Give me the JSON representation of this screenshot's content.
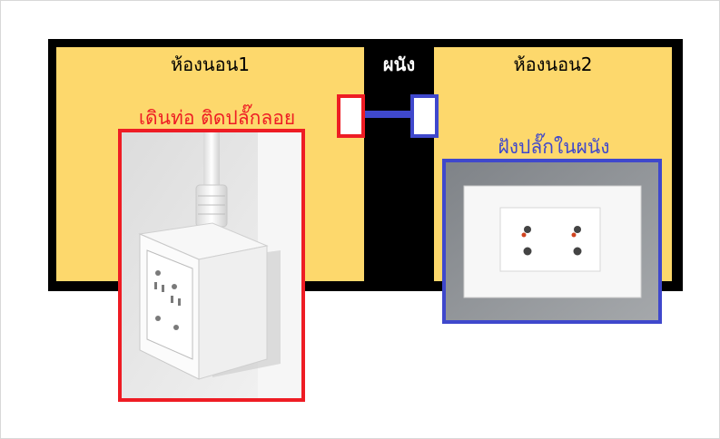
{
  "diagram": {
    "wall_label": "ผนัง",
    "room1": {
      "title": "ห้องนอน1",
      "caption": "เดินท่อ ติดปลั๊กลอย",
      "caption_color": "#ee1c24",
      "border_color": "#ee1c24"
    },
    "room2": {
      "title": "ห้องนอน2",
      "caption": "ฝังปลั๊กในผนัง",
      "caption_color": "#3f48cc",
      "border_color": "#3f48cc"
    },
    "room_fill": "#fdd86c",
    "wall_color": "#000000",
    "icons": [
      "surface-mounted-outlet-photo",
      "flush-mounted-outlet-photo"
    ]
  }
}
